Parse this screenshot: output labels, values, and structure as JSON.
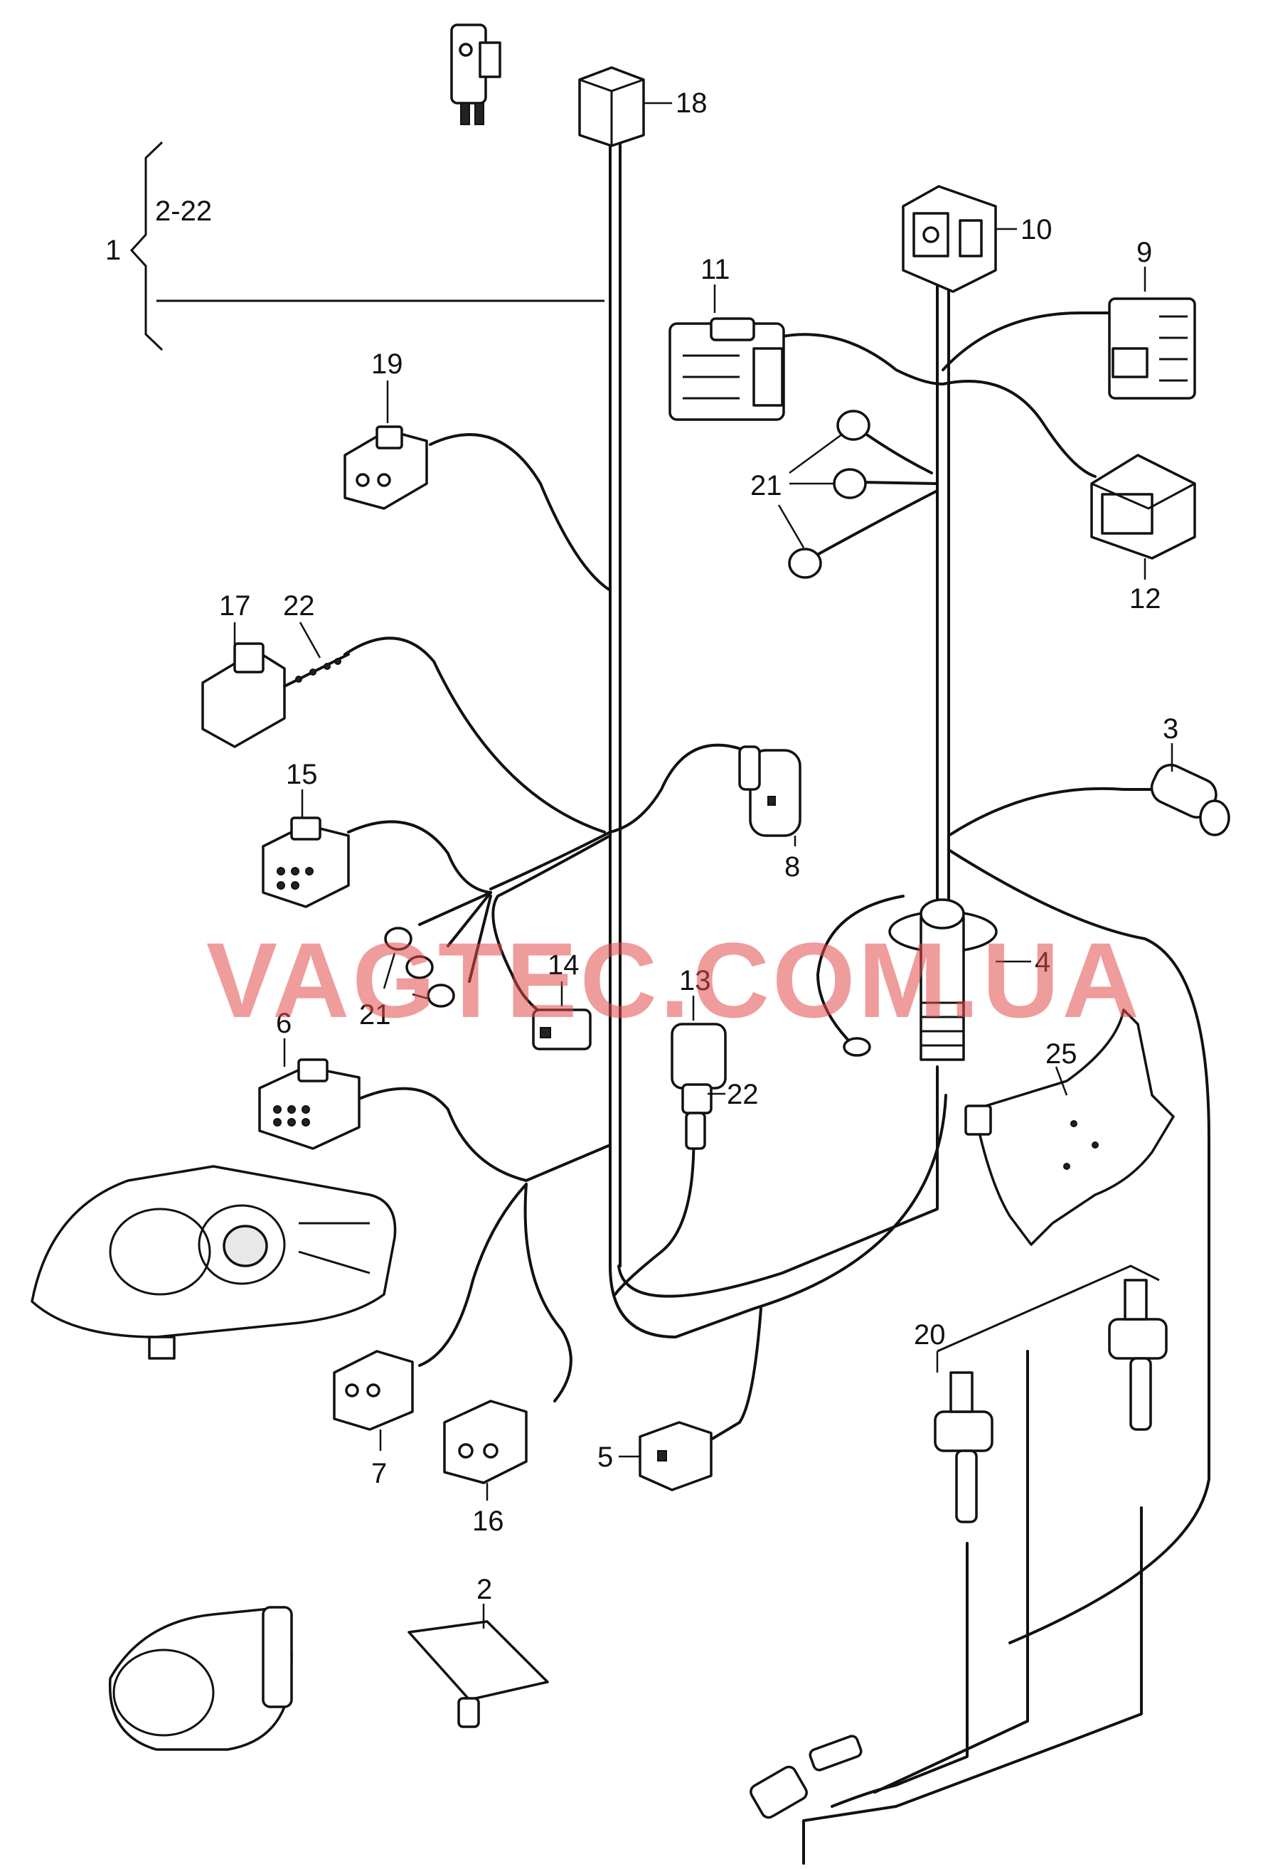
{
  "diagram": {
    "group_label": "1",
    "group_range": "2-22",
    "callouts": {
      "c2": "2",
      "c3": "3",
      "c4": "4",
      "c5": "5",
      "c6": "6",
      "c7": "7",
      "c8": "8",
      "c9": "9",
      "c10": "10",
      "c11": "11",
      "c12": "12",
      "c13": "13",
      "c14": "14",
      "c15": "15",
      "c16": "16",
      "c17": "17",
      "c18": "18",
      "c19": "19",
      "c20": "20",
      "c21a": "21",
      "c21b": "21",
      "c22a": "22",
      "c22b": "22",
      "c25": "25"
    }
  },
  "watermark": "VAGTEC.COM.UA"
}
